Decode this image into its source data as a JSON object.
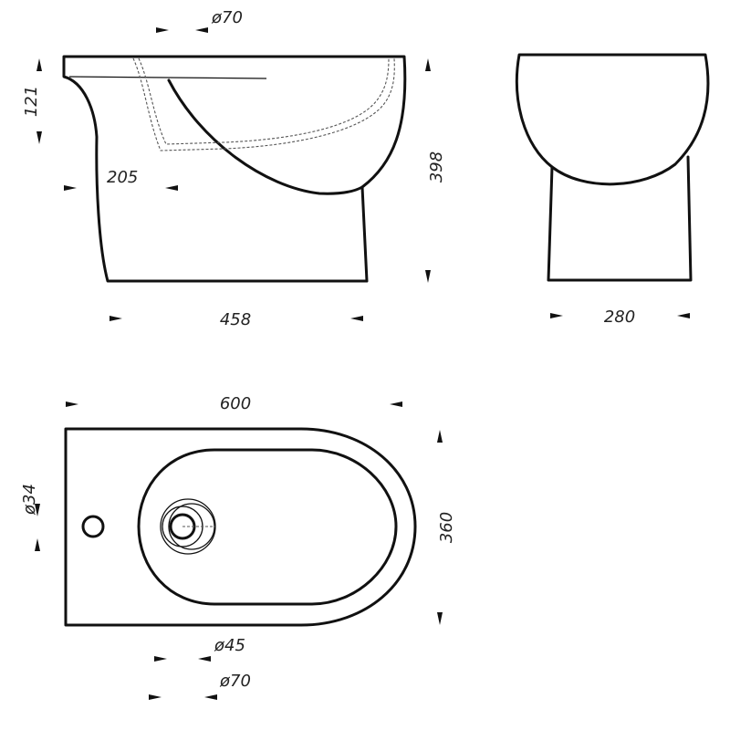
{
  "side_view": {
    "outlet_diameter": "ø70",
    "rim_height": "121",
    "outlet_height": "205",
    "total_height": "398",
    "depth": "458"
  },
  "front_view": {
    "width": "280"
  },
  "top_view": {
    "length": "600",
    "width": "360",
    "tap_hole_diameter": "ø34",
    "drain_diameter_inner": "ø45",
    "drain_diameter_outer": "ø70"
  },
  "colors": {
    "line": "#111111",
    "background": "#ffffff"
  }
}
